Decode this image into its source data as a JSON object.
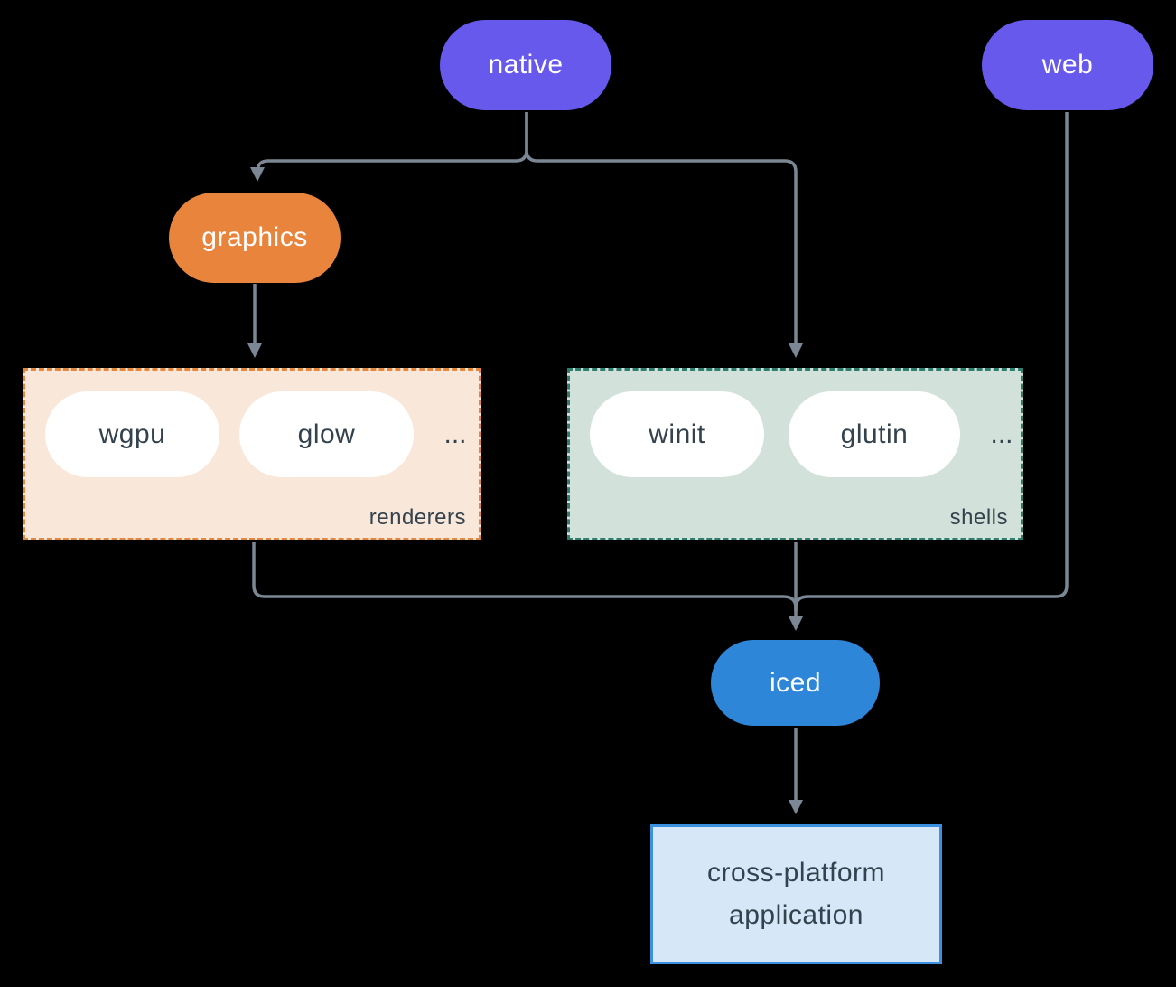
{
  "diagram": {
    "nodes": {
      "native": {
        "label": "native"
      },
      "web": {
        "label": "web"
      },
      "graphics": {
        "label": "graphics"
      },
      "iced": {
        "label": "iced"
      },
      "application": {
        "label": "cross-platform application"
      }
    },
    "groups": {
      "renderers": {
        "label": "renderers",
        "items": [
          "wgpu",
          "glow"
        ],
        "ellipsis": "..."
      },
      "shells": {
        "label": "shells",
        "items": [
          "winit",
          "glutin"
        ],
        "ellipsis": "..."
      }
    },
    "edges": [
      {
        "from": "native",
        "to": "graphics"
      },
      {
        "from": "native",
        "to": "shells"
      },
      {
        "from": "graphics",
        "to": "renderers"
      },
      {
        "from": "renderers",
        "to": "iced"
      },
      {
        "from": "shells",
        "to": "iced"
      },
      {
        "from": "web",
        "to": "iced"
      },
      {
        "from": "iced",
        "to": "application"
      }
    ]
  },
  "colors": {
    "purple": "#6659EC",
    "orange": "#E8843C",
    "blue": "#2E86D8",
    "peach-bg": "#F9E7D9",
    "orange-border": "#E2873D",
    "sage-bg": "#D2E1DA",
    "teal-border": "#2F7D6D",
    "lightblue-bg": "#D6E7F8",
    "blue-border": "#3C90E0",
    "line": "#7B8794",
    "dark-text": "#33424D",
    "white": "#FFFFFF"
  }
}
